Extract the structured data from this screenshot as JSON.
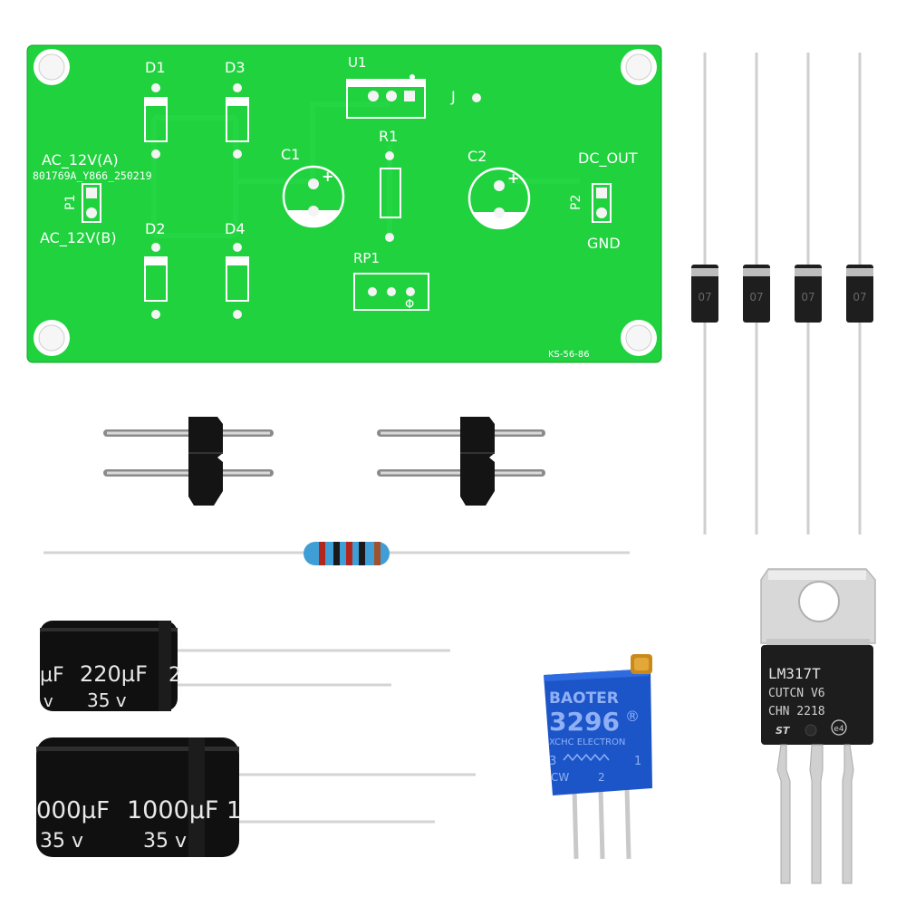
{
  "pcb": {
    "labels": {
      "d1": "D1",
      "d3": "D3",
      "d2": "D2",
      "d4": "D4",
      "u1": "U1",
      "j": "J",
      "r1": "R1",
      "c1": "C1",
      "c2": "C2",
      "ac_a": "AC_12V(A)",
      "board_code": "801769A_Y866_250219",
      "p1": "P1",
      "ac_b": "AC_12V(B)",
      "dc_out": "DC_OUT",
      "p2": "P2",
      "gnd": "GND",
      "rp1": "RP1",
      "ks": "KS-56-86",
      "plus": "+",
      "phi": "Φ"
    }
  },
  "diodes": {
    "band_text": "07"
  },
  "capacitor_small": {
    "value": "220µF",
    "value_partial": "µF",
    "value_tail": "2",
    "voltage": "35 v",
    "voltage_partial": "v"
  },
  "capacitor_large": {
    "value_partial": "000µF",
    "value": "1000µF",
    "value_tail": "1",
    "voltage_partial": "35 v",
    "voltage": "35 v"
  },
  "potentiometer": {
    "brand": "BAOTER",
    "model": "3296",
    "registered": "®",
    "maker": "XCHC ELECTRON",
    "pin3": "3",
    "pin1": "1",
    "cw": "CW",
    "pin2": "2"
  },
  "regulator": {
    "part": "LM317T",
    "line2": "CUTCN V6",
    "line3": "CHN  2218",
    "logo": "ST",
    "mark": "e4"
  }
}
